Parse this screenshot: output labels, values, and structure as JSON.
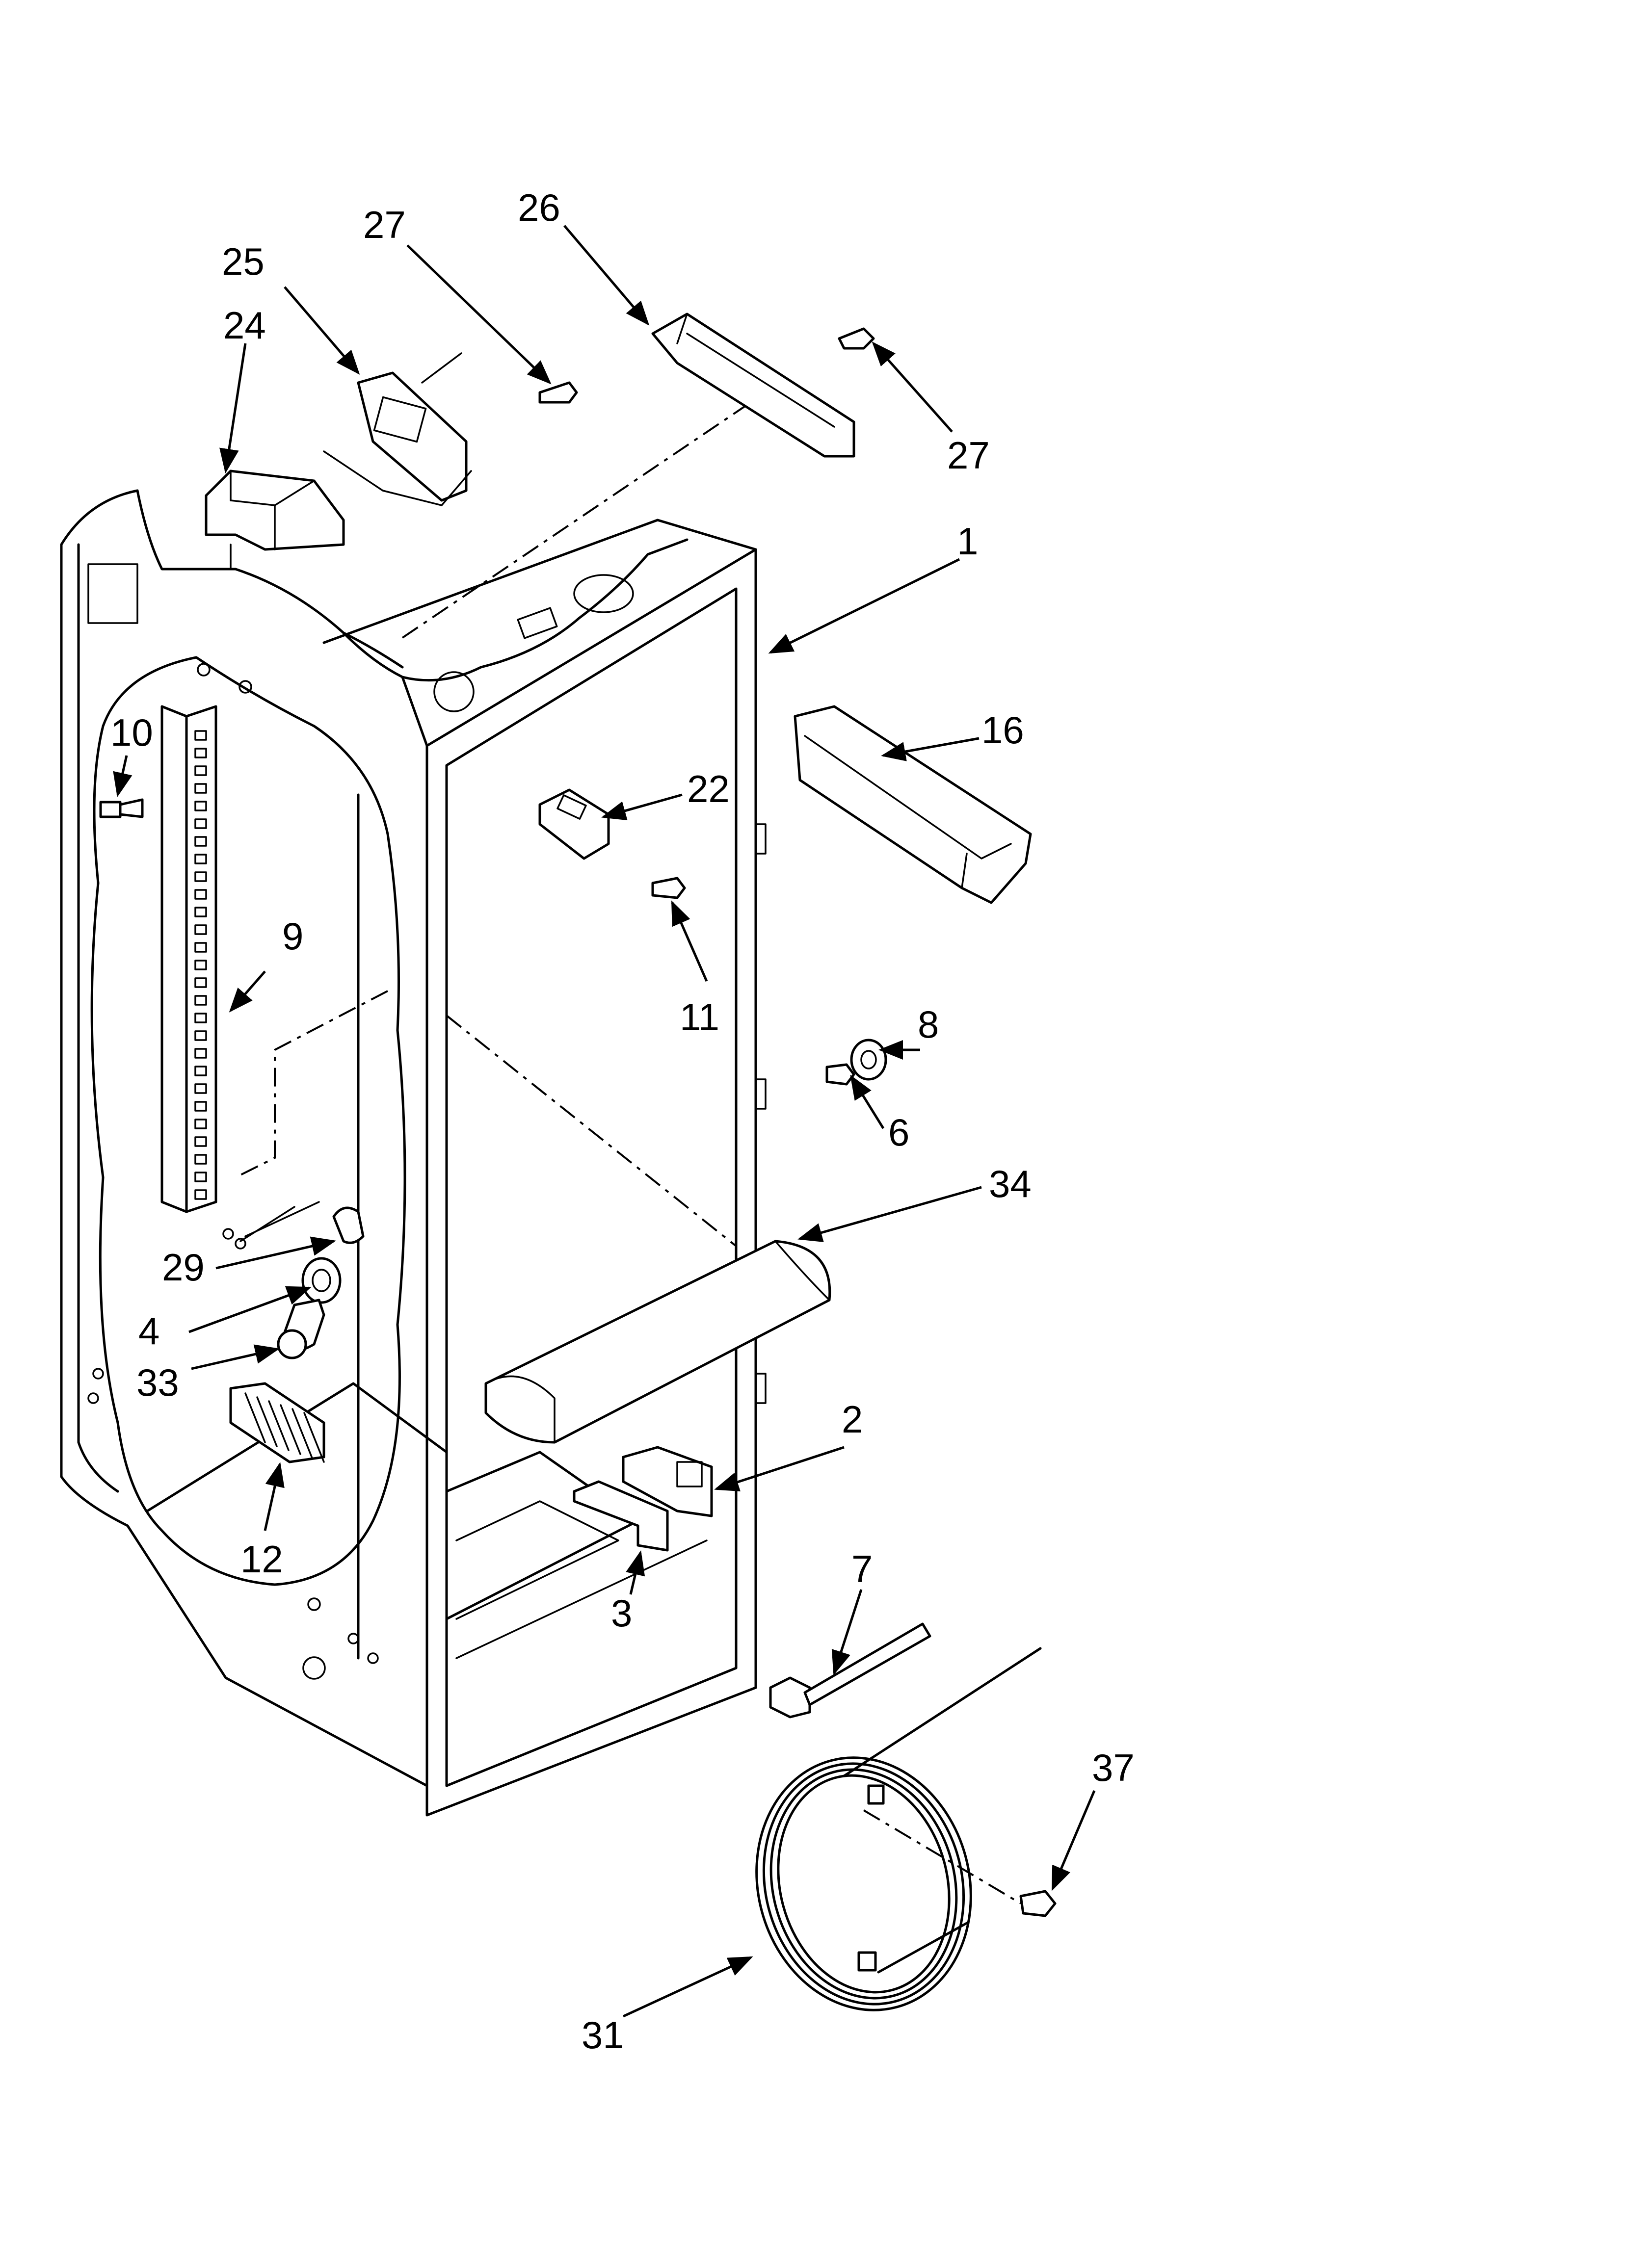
{
  "callouts": [
    {
      "id": "1",
      "text": "1"
    },
    {
      "id": "2",
      "text": "2"
    },
    {
      "id": "3",
      "text": "3"
    },
    {
      "id": "4",
      "text": "4"
    },
    {
      "id": "6",
      "text": "6"
    },
    {
      "id": "7",
      "text": "7"
    },
    {
      "id": "8",
      "text": "8"
    },
    {
      "id": "9",
      "text": "9"
    },
    {
      "id": "10",
      "text": "10"
    },
    {
      "id": "11",
      "text": "11"
    },
    {
      "id": "12",
      "text": "12"
    },
    {
      "id": "16",
      "text": "16"
    },
    {
      "id": "22",
      "text": "22"
    },
    {
      "id": "24",
      "text": "24"
    },
    {
      "id": "25",
      "text": "25"
    },
    {
      "id": "26",
      "text": "26"
    },
    {
      "id": "27a",
      "text": "27"
    },
    {
      "id": "27b",
      "text": "27"
    },
    {
      "id": "29",
      "text": "29"
    },
    {
      "id": "31",
      "text": "31"
    },
    {
      "id": "33",
      "text": "33"
    },
    {
      "id": "34",
      "text": "34"
    },
    {
      "id": "37",
      "text": "37"
    }
  ]
}
